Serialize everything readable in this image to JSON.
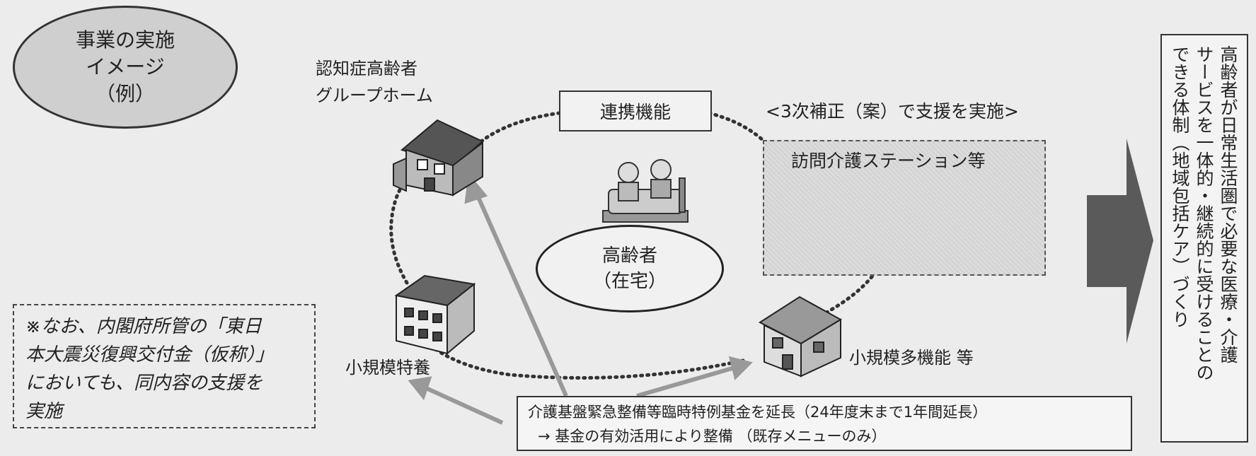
{
  "title": {
    "line1": "事業の実施",
    "line2": "イメージ",
    "line3": "（例）"
  },
  "group_home": {
    "line1": "認知症高齢者",
    "line2": "グループホーム"
  },
  "linkage": "連携機能",
  "support": "<3次補正（案）で支援を実施>",
  "visit_station": "訪問介護ステーション等",
  "elderly": {
    "line1": "高齢者",
    "line2": "（在宅）"
  },
  "small_special": "小規模特養",
  "multi_function": "小規模多機能 等",
  "note": {
    "line1": "※なお、内閣府所管の「東日",
    "line2": "本大震災復興交付金（仮称）」",
    "line3": "においても、同内容の支援を",
    "line4": "実施"
  },
  "fund": {
    "line1": "介護基盤緊急整備等臨時特例基金を延長（24年度末まで1年間延長）",
    "line2": "→ 基金の有効活用により整備 （既存メニューのみ）"
  },
  "goal": {
    "line1": "高齢者が日常生活圏で必要な医療・介護",
    "line2": "サービスを一体的・継続的に受けることの",
    "line3": "できる体制（地域包括ケア）づくり"
  },
  "colors": {
    "arrow": "#999999",
    "big_arrow": "#5a5a5a",
    "dots": "#333333"
  }
}
